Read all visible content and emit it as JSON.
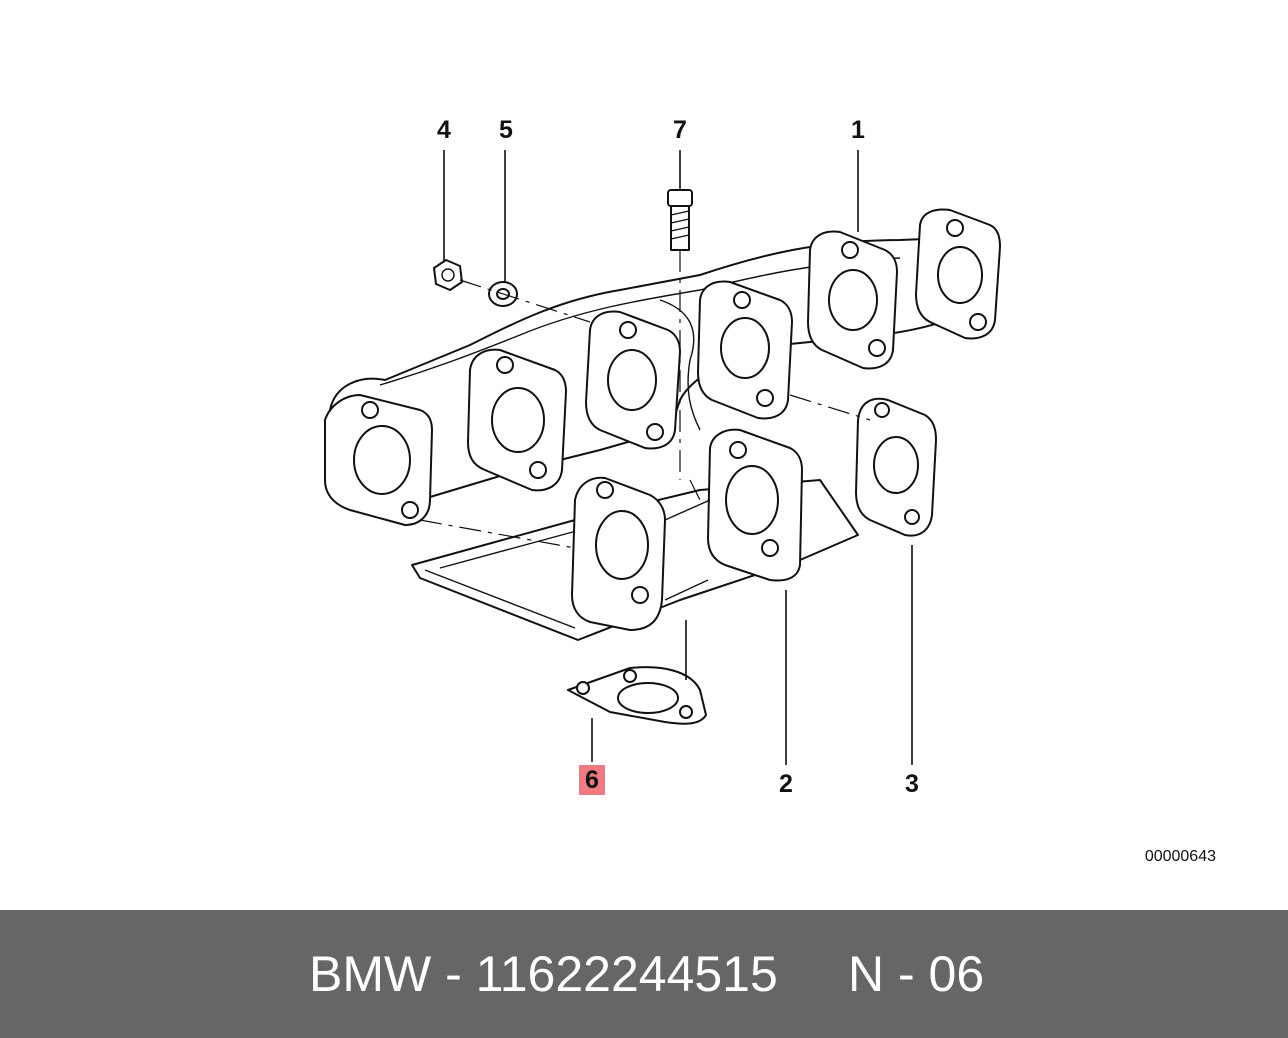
{
  "callouts": {
    "c1": "1",
    "c2": "2",
    "c3": "3",
    "c4": "4",
    "c5": "5",
    "c6": "6",
    "c7": "7"
  },
  "highlight_callout": "6",
  "highlight_color": "#f07a82",
  "reference_code": "00000643",
  "footer": {
    "part_text": "BMW - 11622244515",
    "position_text": "N - 06",
    "background": "#666666"
  }
}
